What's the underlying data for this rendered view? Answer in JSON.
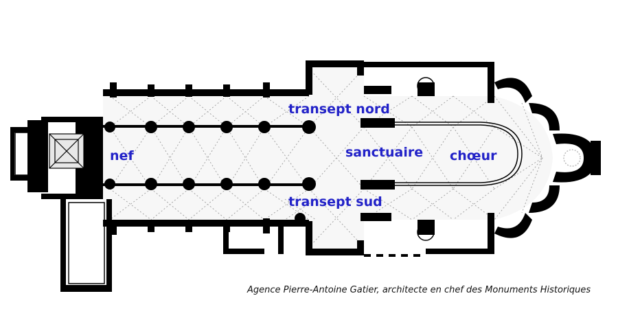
{
  "labels": {
    "nef": "nef",
    "transept_nord": "transept nord",
    "sanctuaire": "sanctuaire",
    "choeur": "chœur",
    "transept_sud": "transept sud"
  },
  "credit": "Agence Pierre-Antoine Gatier, architecte en chef des Monuments Historiques",
  "colors": {
    "label": "#2222c8",
    "wall": "#000000",
    "vault": "#9a9a9a",
    "background": "#ffffff"
  }
}
